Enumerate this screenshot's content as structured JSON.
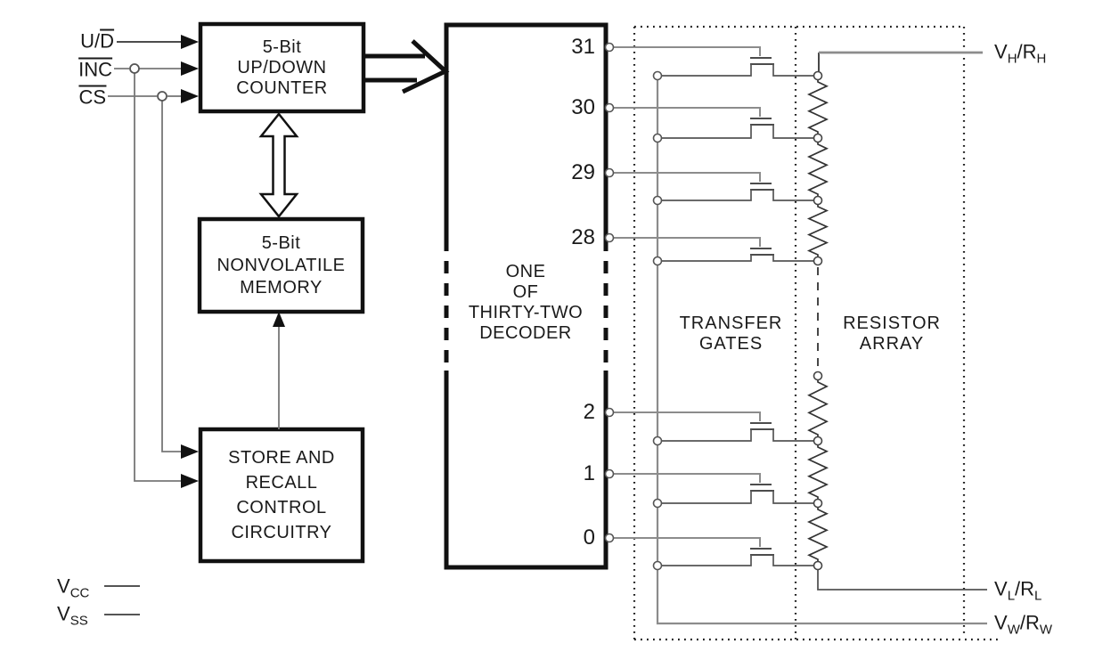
{
  "diagram": {
    "inputs": {
      "ud": {
        "plain": "U/",
        "over": "D"
      },
      "inc": {
        "over": "INC"
      },
      "cs": {
        "over": "CS"
      }
    },
    "blocks": {
      "counter": {
        "lines": [
          "5-Bit",
          "UP/DOWN",
          "COUNTER"
        ]
      },
      "memory": {
        "lines": [
          "5-Bit",
          "NONVOLATILE",
          "MEMORY"
        ]
      },
      "store": {
        "lines": [
          "STORE AND",
          "RECALL",
          "CONTROL",
          "CIRCUITRY"
        ]
      },
      "decoder": {
        "lines": [
          "ONE",
          "OF",
          "THIRTY-TWO",
          "DECODER"
        ]
      }
    },
    "decoder_outputs": [
      "31",
      "30",
      "29",
      "28",
      "2",
      "1",
      "0"
    ],
    "sections": {
      "transfer_gates": {
        "lines": [
          "TRANSFER",
          "GATES"
        ]
      },
      "resistor_array": {
        "lines": [
          "RESISTOR",
          "ARRAY"
        ]
      }
    },
    "pins": {
      "vh": {
        "p0": "V",
        "s0": "H",
        "p1": "/R",
        "s1": "H"
      },
      "vl": {
        "p0": "V",
        "s0": "L",
        "p1": "/R",
        "s1": "L"
      },
      "vw": {
        "p0": "V",
        "s0": "W",
        "p1": "/R",
        "s1": "W"
      },
      "vcc": {
        "p0": "V",
        "s0": "CC"
      },
      "vss": {
        "p0": "V",
        "s0": "SS"
      }
    },
    "colors": {
      "black": "#111111",
      "dark_line": "#333333",
      "mid_line": "#555555",
      "gray_line": "#8c8c8c"
    }
  }
}
